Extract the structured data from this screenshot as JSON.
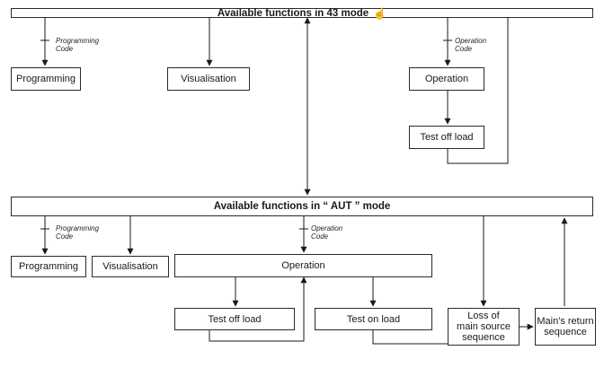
{
  "top_header": {
    "title": "Available functions in 43 mode",
    "icon": "hand-pointer-icon"
  },
  "top_row": {
    "programming_code": [
      "Programming",
      "Code"
    ],
    "programming": "Programming",
    "visualisation": "Visualisation",
    "operation_code": [
      "Operation",
      "Code"
    ],
    "operation": "Operation",
    "test_off_load": "Test off load"
  },
  "aut_header": {
    "title": "Available functions in “ AUT ” mode"
  },
  "bottom_row": {
    "programming_code": [
      "Programming",
      "Code"
    ],
    "programming": "Programming",
    "visualisation": "Visualisation",
    "operation_code": [
      "Operation",
      "Code"
    ],
    "operation": "Operation",
    "test_off_load": "Test off load",
    "test_on_load": "Test on load",
    "loss_main_source": [
      "Loss of",
      "main source",
      "sequence"
    ],
    "mains_return": [
      "Main's return",
      "sequence"
    ]
  }
}
